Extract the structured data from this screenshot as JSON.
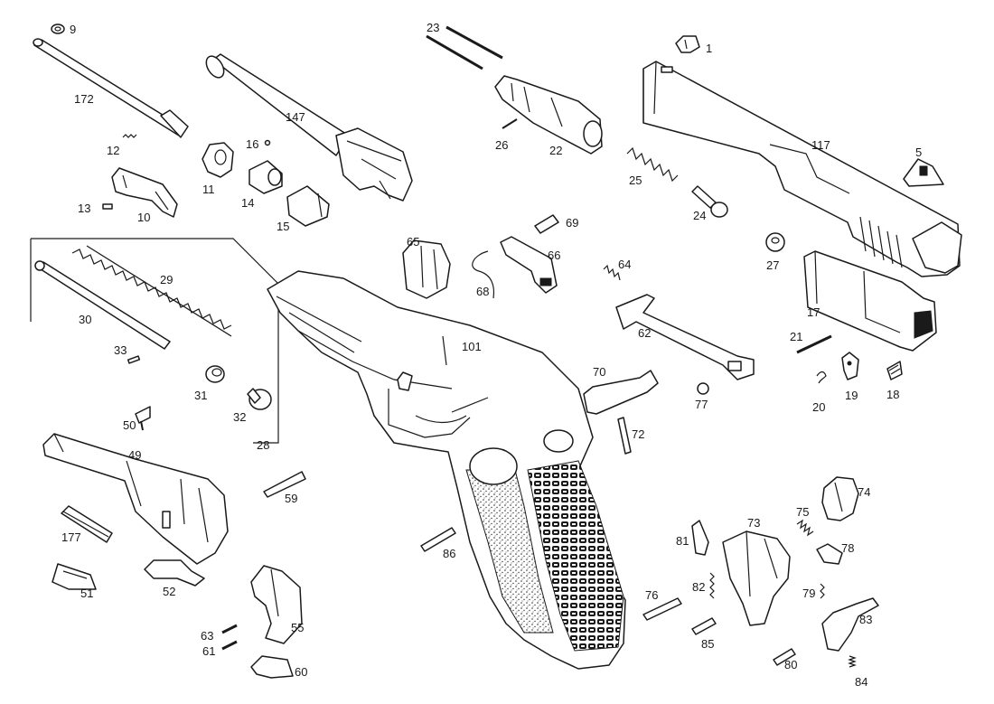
{
  "diagram": {
    "part_numbers": [
      "1",
      "5",
      "9",
      "10",
      "11",
      "12",
      "13",
      "14",
      "15",
      "16",
      "17",
      "18",
      "19",
      "20",
      "21",
      "22",
      "23",
      "24",
      "25",
      "26",
      "27",
      "28",
      "29",
      "30",
      "31",
      "32",
      "33",
      "49",
      "50",
      "51",
      "52",
      "55",
      "59",
      "60",
      "61",
      "62",
      "63",
      "64",
      "65",
      "66",
      "68",
      "69",
      "70",
      "72",
      "73",
      "74",
      "75",
      "76",
      "77",
      "78",
      "79",
      "80",
      "81",
      "82",
      "83",
      "84",
      "85",
      "86",
      "101",
      "117",
      "147",
      "172",
      "177"
    ]
  }
}
